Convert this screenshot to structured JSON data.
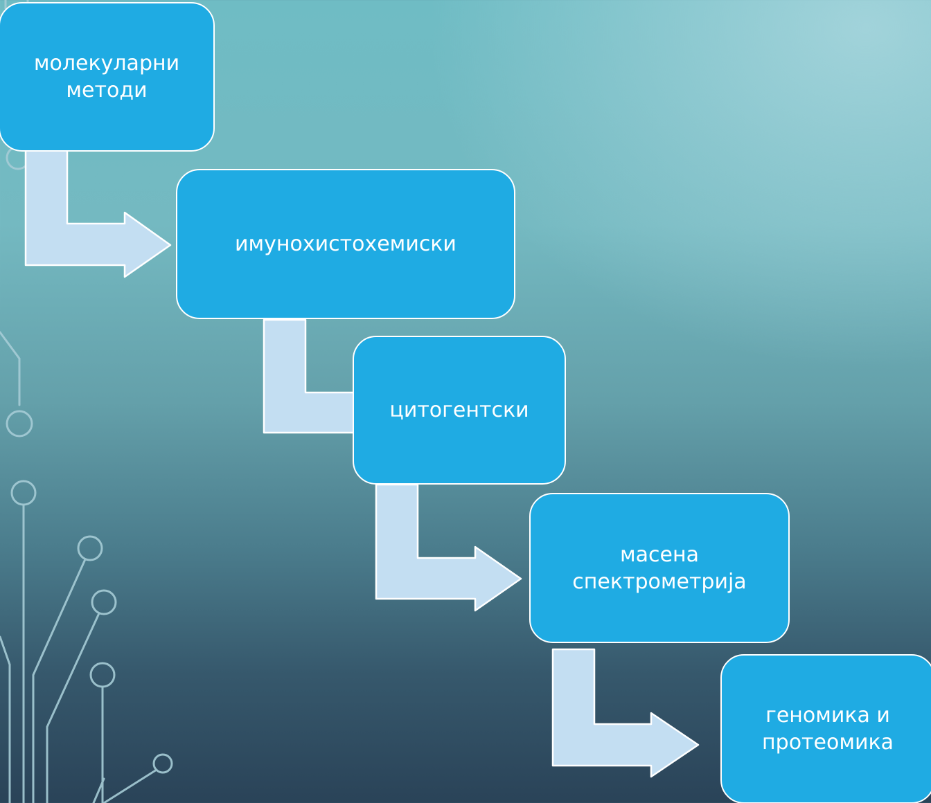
{
  "colors": {
    "box_fill": "#1fabe3",
    "box_border": "#ffffff",
    "arrow_fill": "#c3def2",
    "circuit_line": "#a6ccd6"
  },
  "steps": [
    {
      "label": "молекуларни методи"
    },
    {
      "label": "имунохистохемиски"
    },
    {
      "label": "цитогентски"
    },
    {
      "label": "масена спектрометрија"
    },
    {
      "label": "геномика и протеомика"
    }
  ],
  "decoration": {
    "icon": "circuit-lines-icon"
  }
}
